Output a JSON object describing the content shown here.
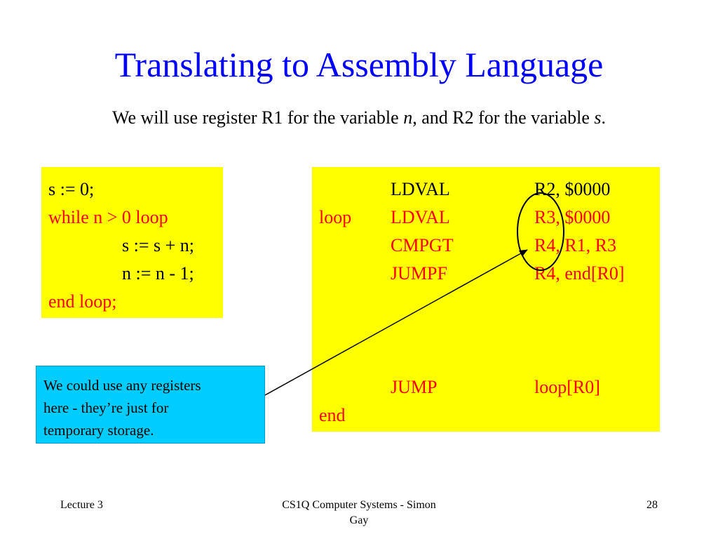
{
  "slide": {
    "title": "Translating to Assembly Language",
    "intro": {
      "part1": "We will use register R1 for the variable ",
      "var_n": "n",
      "part2": ", and R2 for the variable ",
      "var_s": "s",
      "part3": "."
    }
  },
  "pseudocode": [
    "s := 0;",
    "while n > 0 loop",
    "s := s + n;",
    "n := n - 1;",
    "end loop;"
  ],
  "assembly": [
    {
      "label": "",
      "op": "LDVAL",
      "args": "R2, $0000"
    },
    {
      "label": "loop",
      "op": "LDVAL",
      "args": "R3, $0000"
    },
    {
      "label": "",
      "op": "CMPGT",
      "args": "R4, R1, R3"
    },
    {
      "label": "",
      "op": "JUMPF",
      "args": "R4, end[R0]"
    },
    {
      "label": "",
      "op": "JUMP",
      "args": "loop[R0]"
    },
    {
      "label": "end",
      "op": "",
      "args": ""
    }
  ],
  "callout": {
    "line1": "We could use any registers",
    "line2": "here - they’re just for",
    "line3": "temporary storage."
  },
  "footer": {
    "left": "Lecture 3",
    "center_line1": "CS1Q Computer Systems - Simon",
    "center_line2": "Gay",
    "page_number": "28"
  },
  "colors": {
    "title": "#0000ff",
    "highlight": "#ffff00",
    "code_red": "#ff0000",
    "callout_bg": "#00ccff"
  }
}
